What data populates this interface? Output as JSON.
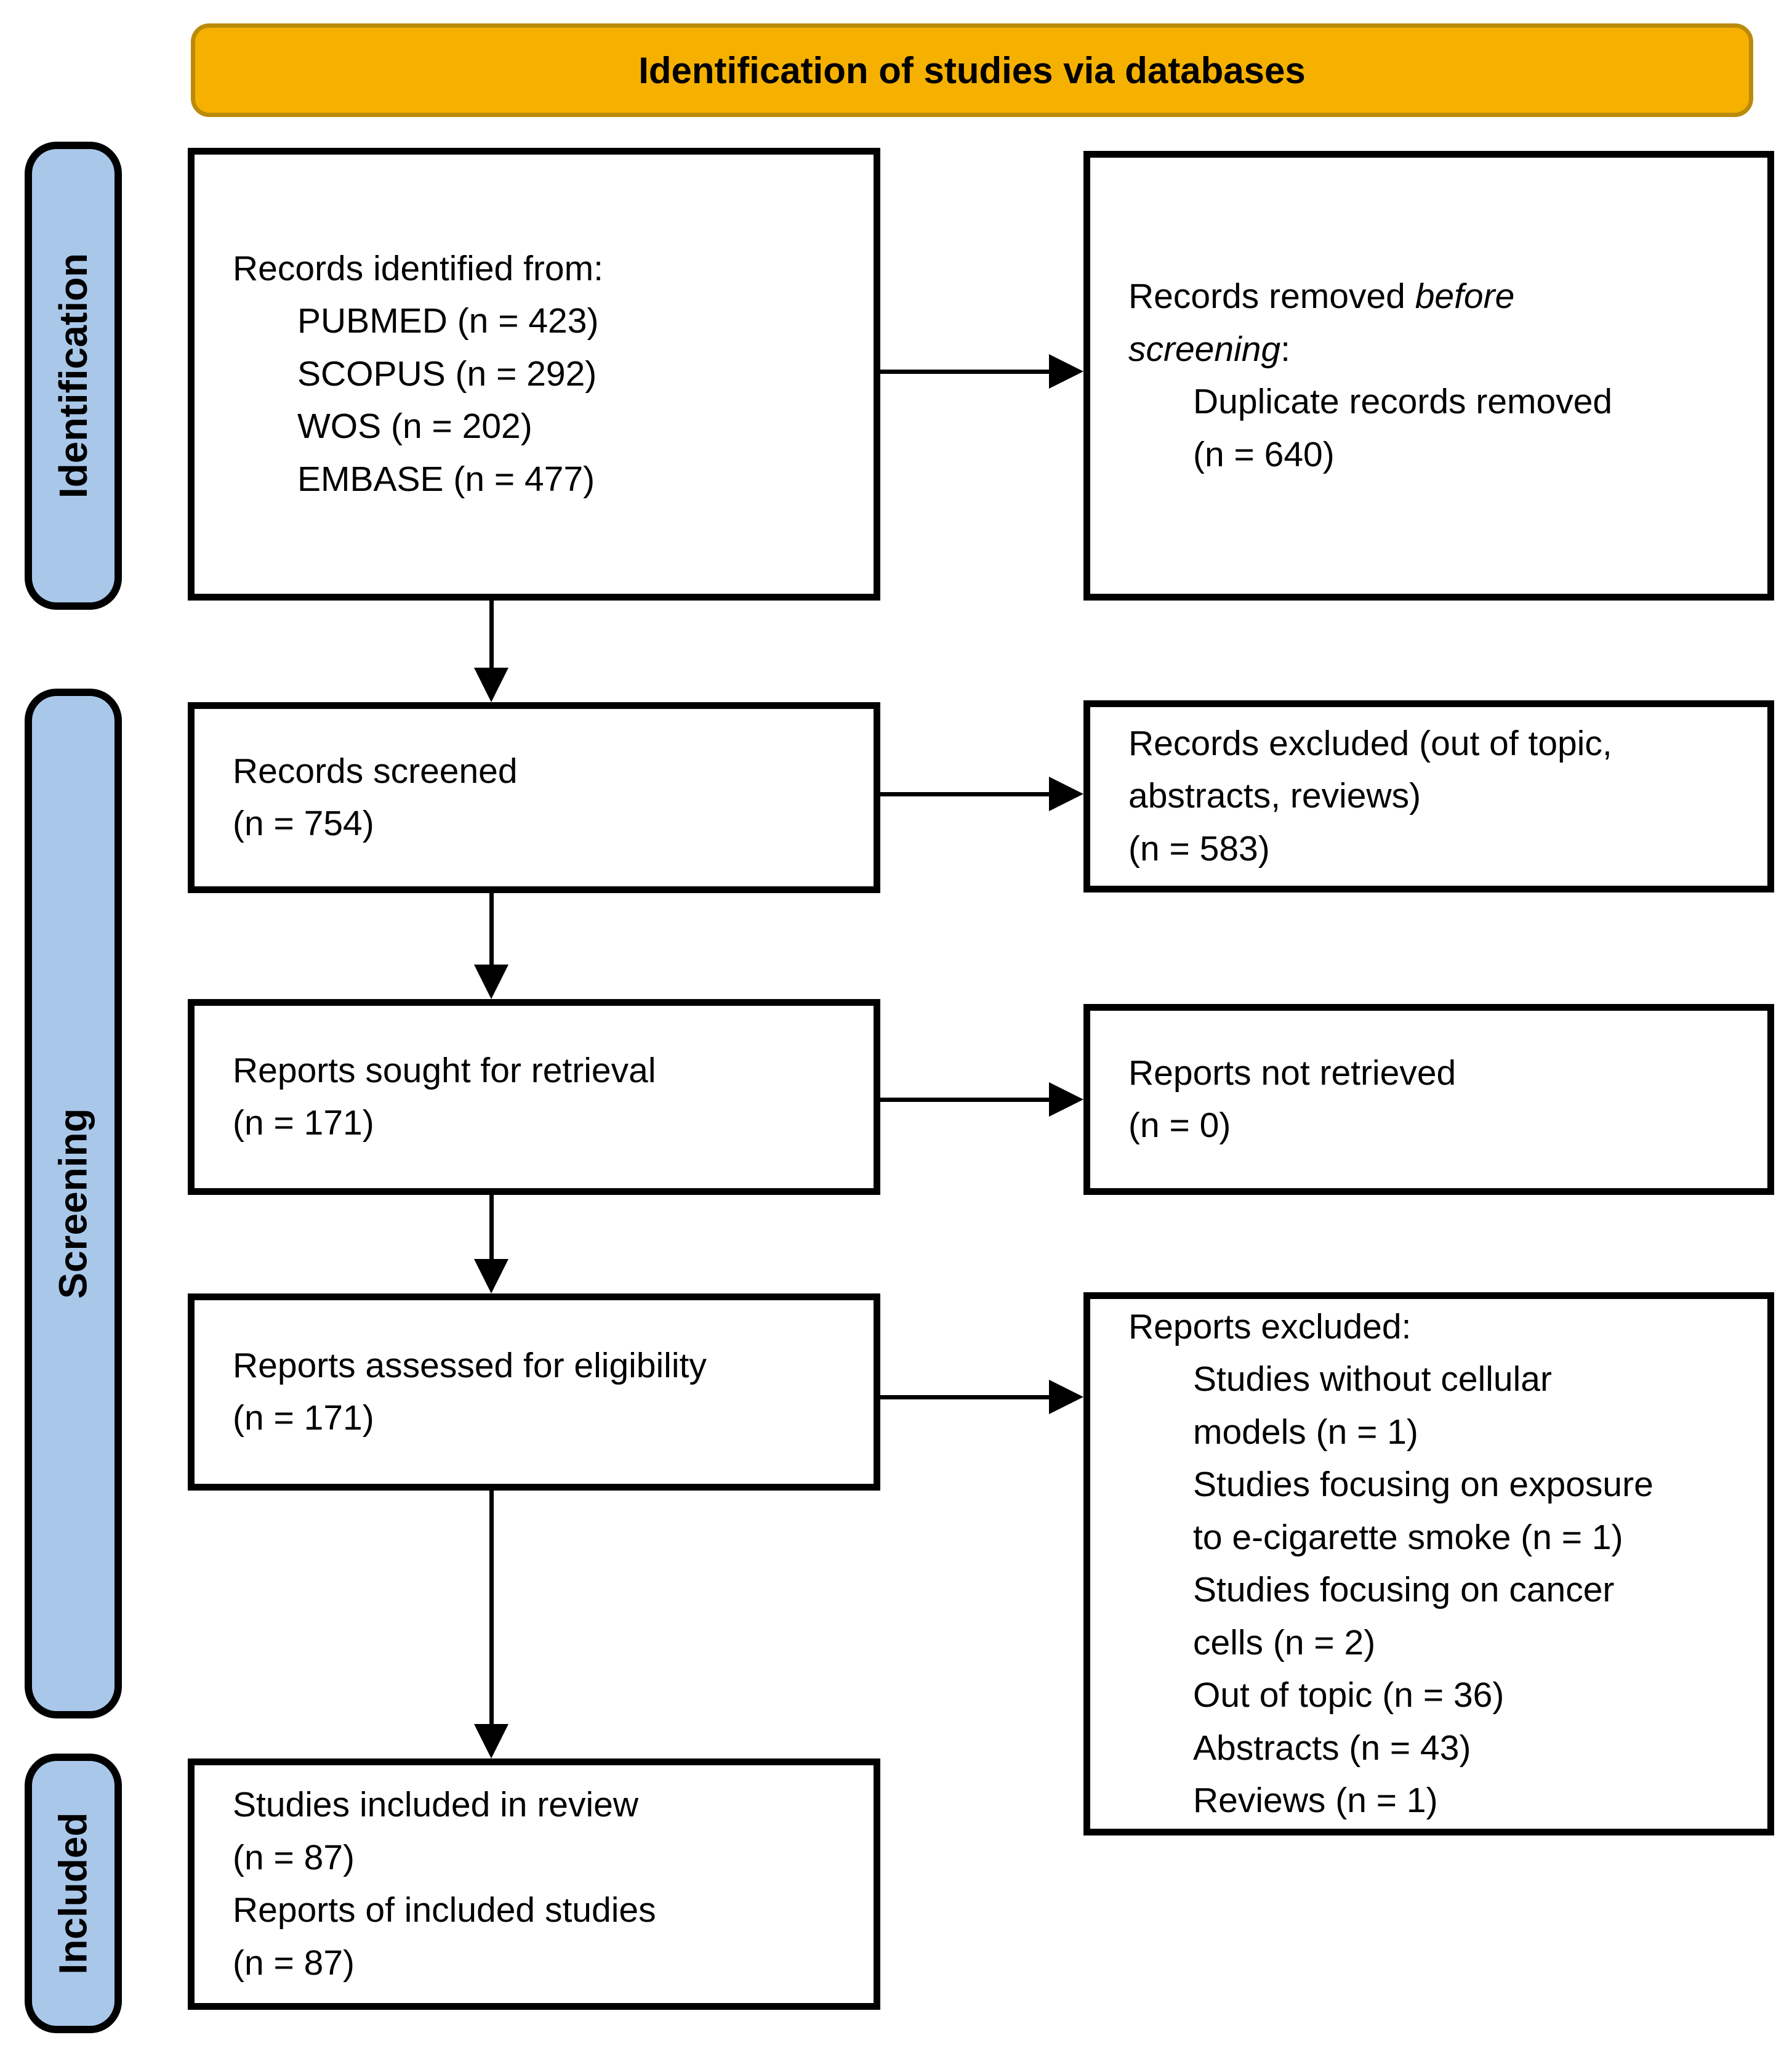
{
  "banner": {
    "title": "Identification of studies via databases"
  },
  "colors": {
    "banner_fill": "#F6B100",
    "banner_border": "#BA8B0B",
    "stage_fill": "#A9C7E9",
    "stage_border": "#000000",
    "box_border": "#000000",
    "arrow_color": "#000000",
    "text_color": "#000000"
  },
  "stages": [
    {
      "label": "Identification"
    },
    {
      "label": "Screening"
    },
    {
      "label": "Included"
    }
  ],
  "boxes": {
    "identified": {
      "title": "Records identified from:",
      "items": [
        "PUBMED (n = 423)",
        "SCOPUS (n = 292)",
        "WOS (n = 202)",
        "EMBASE (n = 477)"
      ]
    },
    "removed": {
      "prefix": "Records removed ",
      "emphasis": "before\nscreening",
      "suffix": ":",
      "item": "Duplicate records removed\n(n = 640)"
    },
    "screened": {
      "text": "Records screened\n(n = 754)"
    },
    "records_excluded": {
      "text": "Records excluded (out of topic,\nabstracts, reviews)\n(n = 583)"
    },
    "sought": {
      "text": "Reports sought for retrieval\n(n = 171)"
    },
    "not_retrieved": {
      "text": "Reports not retrieved\n(n = 0)"
    },
    "assessed": {
      "text": "Reports assessed for eligibility\n(n = 171)"
    },
    "reports_excluded": {
      "title": "Reports excluded:",
      "items": [
        "Studies without cellular\nmodels (n = 1)",
        "Studies focusing on exposure\nto e-cigarette smoke (n = 1)",
        "Studies focusing on cancer\ncells (n = 2)",
        "Out of topic (n = 36)",
        "Abstracts (n = 43)",
        "Reviews (n = 1)"
      ]
    },
    "included": {
      "text": "Studies included in review\n(n = 87)\nReports of included studies\n(n = 87)"
    }
  }
}
